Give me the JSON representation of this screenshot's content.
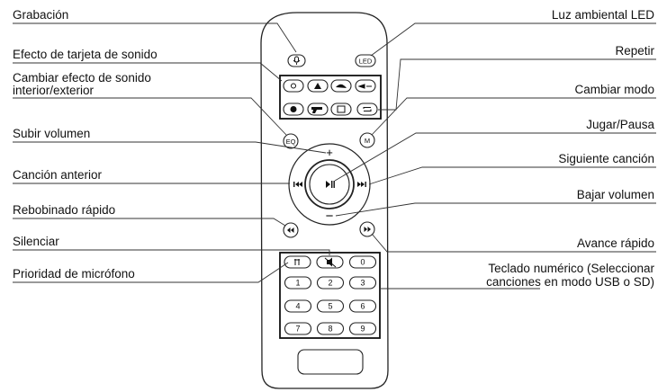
{
  "labels": {
    "grabacion": "Grabación",
    "efecto_tarjeta": "Efecto de tarjeta de sonido",
    "cambiar_efecto_1": "Cambiar efecto de sonido",
    "cambiar_efecto_2": "interior/exterior",
    "subir_volumen": "Subir volumen",
    "cancion_anterior": "Canción anterior",
    "rebobinado": "Rebobinado rápido",
    "silenciar": "Silenciar",
    "prioridad_mic": "Prioridad de micrófono",
    "luz_led": "Luz ambiental LED",
    "repetir": "Repetir",
    "cambiar_modo": "Cambiar modo",
    "jugar_pausa": "Jugar/Pausa",
    "siguiente_cancion": "Siguiente canción",
    "bajar_volumen": "Bajar volumen",
    "avance_rapido": "Avance rápido",
    "teclado_1": "Teclado numérico (Seleccionar",
    "teclado_2": "canciones en modo USB o SD)"
  },
  "remote": {
    "led_label": "LED",
    "eq_label": "EQ",
    "mode_label": "M",
    "plus": "+",
    "minus": "−",
    "keys": [
      "0",
      "1",
      "2",
      "3",
      "4",
      "5",
      "6",
      "7",
      "8",
      "9"
    ]
  },
  "icons": {
    "record": "microphone-icon",
    "repeat": "repeat-icon",
    "play_pause": "play-pause-icon",
    "prev": "skip-previous-icon",
    "next": "skip-next-icon",
    "rewind": "rewind-icon",
    "fast_forward": "fast-forward-icon",
    "mute": "mute-icon",
    "mic_priority": "mic-priority-icon"
  }
}
